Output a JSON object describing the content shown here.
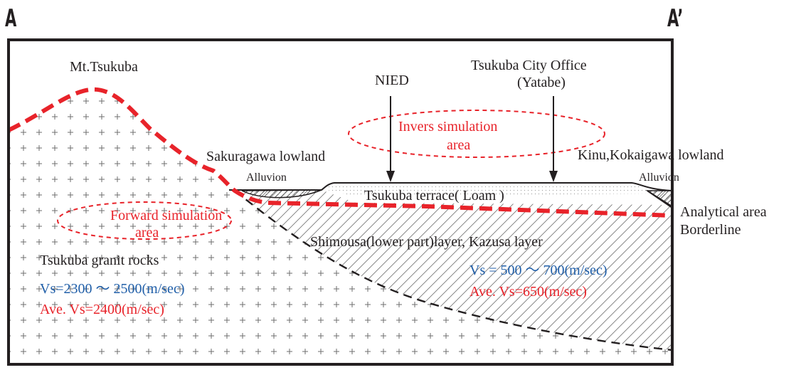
{
  "section": {
    "start": "A",
    "end": "A’"
  },
  "labels": {
    "mountain": "Mt.Tsukuba",
    "nied": "NIED",
    "city_office": "Tsukuba City Office",
    "yatabe": "(Yatabe)",
    "sakuragawa": "Sakuragawa lowland",
    "kinu": "Kinu,Kokaigawa lowland",
    "alluvion_left": "Alluvion",
    "alluvion_right": "Alluvion",
    "terrace": "Tsukuba terrace( Loam )",
    "analytical": "Analytical area",
    "borderline": "Borderline",
    "shimousa": "Shimousa(lower part)layer, Kazusa layer",
    "granite": "Tsukuba granit rocks"
  },
  "simulation_areas": {
    "inverse": {
      "line1": "Invers simulation",
      "line2": "area"
    },
    "forward": {
      "line1": "Forward simulation",
      "line2": "area"
    }
  },
  "velocities": {
    "granite_range": "Vs=2300 ～ 2500(m/sec)",
    "granite_average": "Ave. Vs=2400(m/sec)",
    "sediment_range": "Vs = 500 ～ 700(m/sec)",
    "sediment_average": "Ave. Vs=650(m/sec)"
  },
  "colors": {
    "emphasis_red": "#e8232a",
    "velocity_blue": "#1f5ea8",
    "ink": "#231f20"
  }
}
